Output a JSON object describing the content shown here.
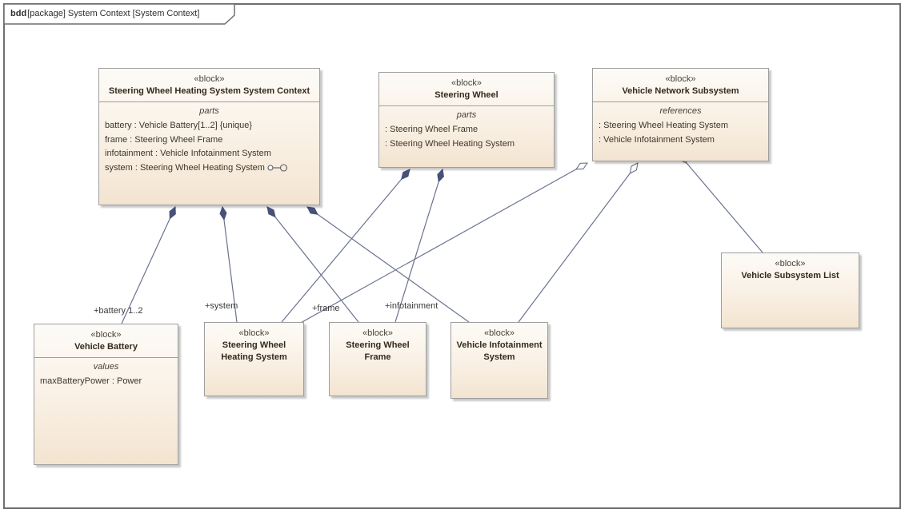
{
  "frame": {
    "keyword": "bdd",
    "title": "[package] System Context [System Context]"
  },
  "blocks": {
    "context": {
      "stereotype": "«block»",
      "name": "Steering Wheel Heating System System Context",
      "compartment": "parts",
      "items": [
        "battery : Vehicle Battery[1..2] {unique}",
        "frame : Steering Wheel Frame",
        "infotainment : Vehicle Infotainment System",
        "system : Steering Wheel Heating System"
      ]
    },
    "steering_wheel": {
      "stereotype": "«block»",
      "name": "Steering Wheel",
      "compartment": "parts",
      "items": [
        ": Steering Wheel Frame",
        ": Steering Wheel Heating System"
      ]
    },
    "vehicle_network": {
      "stereotype": "«block»",
      "name": "Vehicle Network Subsystem",
      "compartment": "references",
      "items": [
        ": Steering Wheel Heating System",
        ": Vehicle Infotainment System"
      ]
    },
    "subsystem_list": {
      "stereotype": "«block»",
      "name": "Vehicle Subsystem List"
    },
    "vehicle_battery": {
      "stereotype": "«block»",
      "name": "Vehicle Battery",
      "compartment": "values",
      "items": [
        "maxBatteryPower : Power"
      ]
    },
    "heating_system": {
      "stereotype": "«block»",
      "name": "Steering Wheel Heating System"
    },
    "wheel_frame": {
      "stereotype": "«block»",
      "name": "Steering Wheel Frame"
    },
    "infotainment_system": {
      "stereotype": "«block»",
      "name": "Vehicle Infotainment System"
    }
  },
  "edge_labels": {
    "battery": "+battery 1..2",
    "system": "+system",
    "frame": "+frame",
    "infotainment": "+infotainment"
  },
  "connectors": [
    {
      "type": "composition",
      "from": "Steering Wheel Heating System System Context",
      "to": "Vehicle Battery",
      "label": "+battery 1..2"
    },
    {
      "type": "composition",
      "from": "Steering Wheel Heating System System Context",
      "to": "Steering Wheel Heating System",
      "label": "+system"
    },
    {
      "type": "composition",
      "from": "Steering Wheel Heating System System Context",
      "to": "Steering Wheel Frame",
      "label": "+frame"
    },
    {
      "type": "composition",
      "from": "Steering Wheel Heating System System Context",
      "to": "Vehicle Infotainment System",
      "label": "+infotainment"
    },
    {
      "type": "composition",
      "from": "Steering Wheel",
      "to": "Steering Wheel Frame",
      "label": ""
    },
    {
      "type": "composition",
      "from": "Steering Wheel",
      "to": "Steering Wheel Heating System",
      "label": ""
    },
    {
      "type": "aggregation",
      "from": "Vehicle Network Subsystem",
      "to": "Steering Wheel Heating System",
      "label": ""
    },
    {
      "type": "aggregation",
      "from": "Vehicle Network Subsystem",
      "to": "Vehicle Infotainment System",
      "label": ""
    },
    {
      "type": "directed-association",
      "from": "Vehicle Subsystem List",
      "to": "Vehicle Network Subsystem",
      "label": ""
    }
  ],
  "colors": {
    "block_fill_top": "#fdfbf7",
    "block_fill_bottom": "#f3e4d0",
    "block_border": "#9e9e9e",
    "connector": "#6a7390",
    "diamond_fill": "#47517a",
    "frame_border": "#6f6f6f",
    "text": "#3d342a"
  }
}
